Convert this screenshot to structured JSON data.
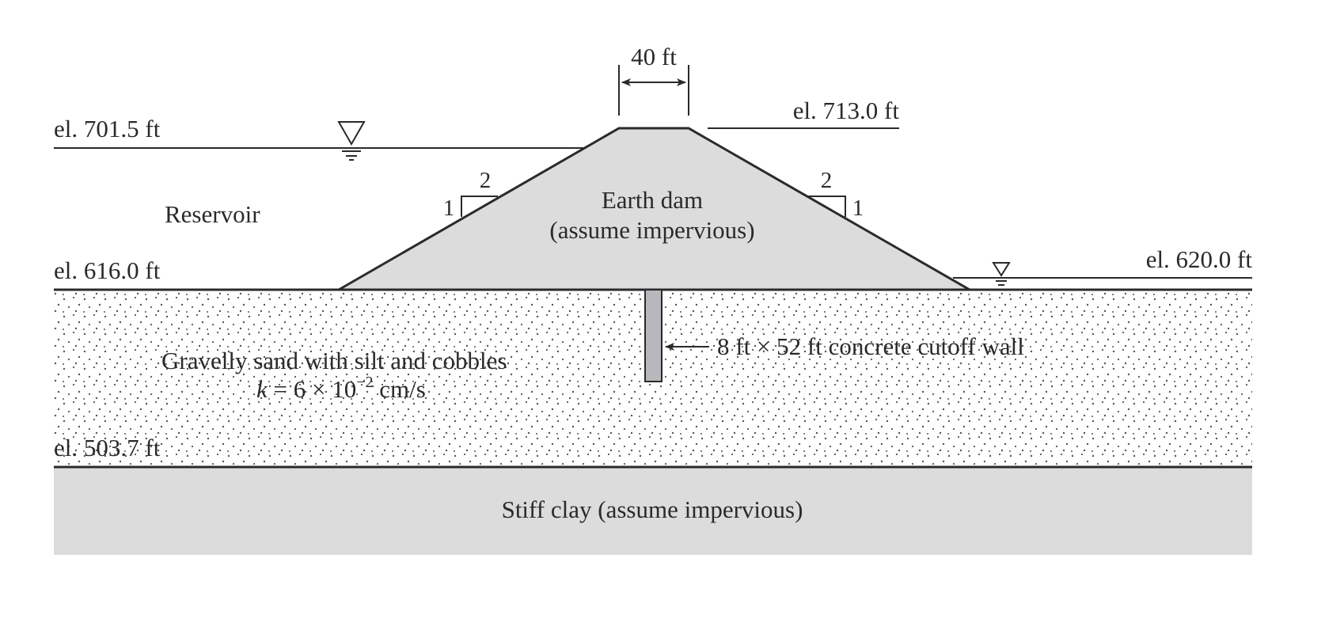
{
  "crest": {
    "width_label": "40 ft",
    "elevation_label": "el. 713.0 ft"
  },
  "reservoir": {
    "name": "Reservoir",
    "water_elevation_label": "el. 701.5 ft"
  },
  "ground": {
    "elevation_label": "el. 616.0 ft"
  },
  "tailwater": {
    "elevation_label": "el. 620.0 ft"
  },
  "dam": {
    "name": "Earth dam",
    "note": "(assume impervious)",
    "upstream_slope": {
      "horizontal": "2",
      "vertical": "1"
    },
    "downstream_slope": {
      "horizontal": "2",
      "vertical": "1"
    },
    "fill_color": "#dcdcdc"
  },
  "cutoff_wall": {
    "label": "8 ft × 52 ft concrete cutoff wall",
    "fill_color": "#b8b8bc"
  },
  "foundation": {
    "name": "Gravelly sand with silt and cobbles",
    "permeability": {
      "symbol": "k",
      "equals": " = 6 × 10",
      "exponent": "−2",
      "unit": " cm/s"
    },
    "bottom_elevation_label": "el. 503.7 ft"
  },
  "bedrock": {
    "name": "Stiff clay (assume impervious)",
    "fill_color": "#dcdcdc"
  }
}
